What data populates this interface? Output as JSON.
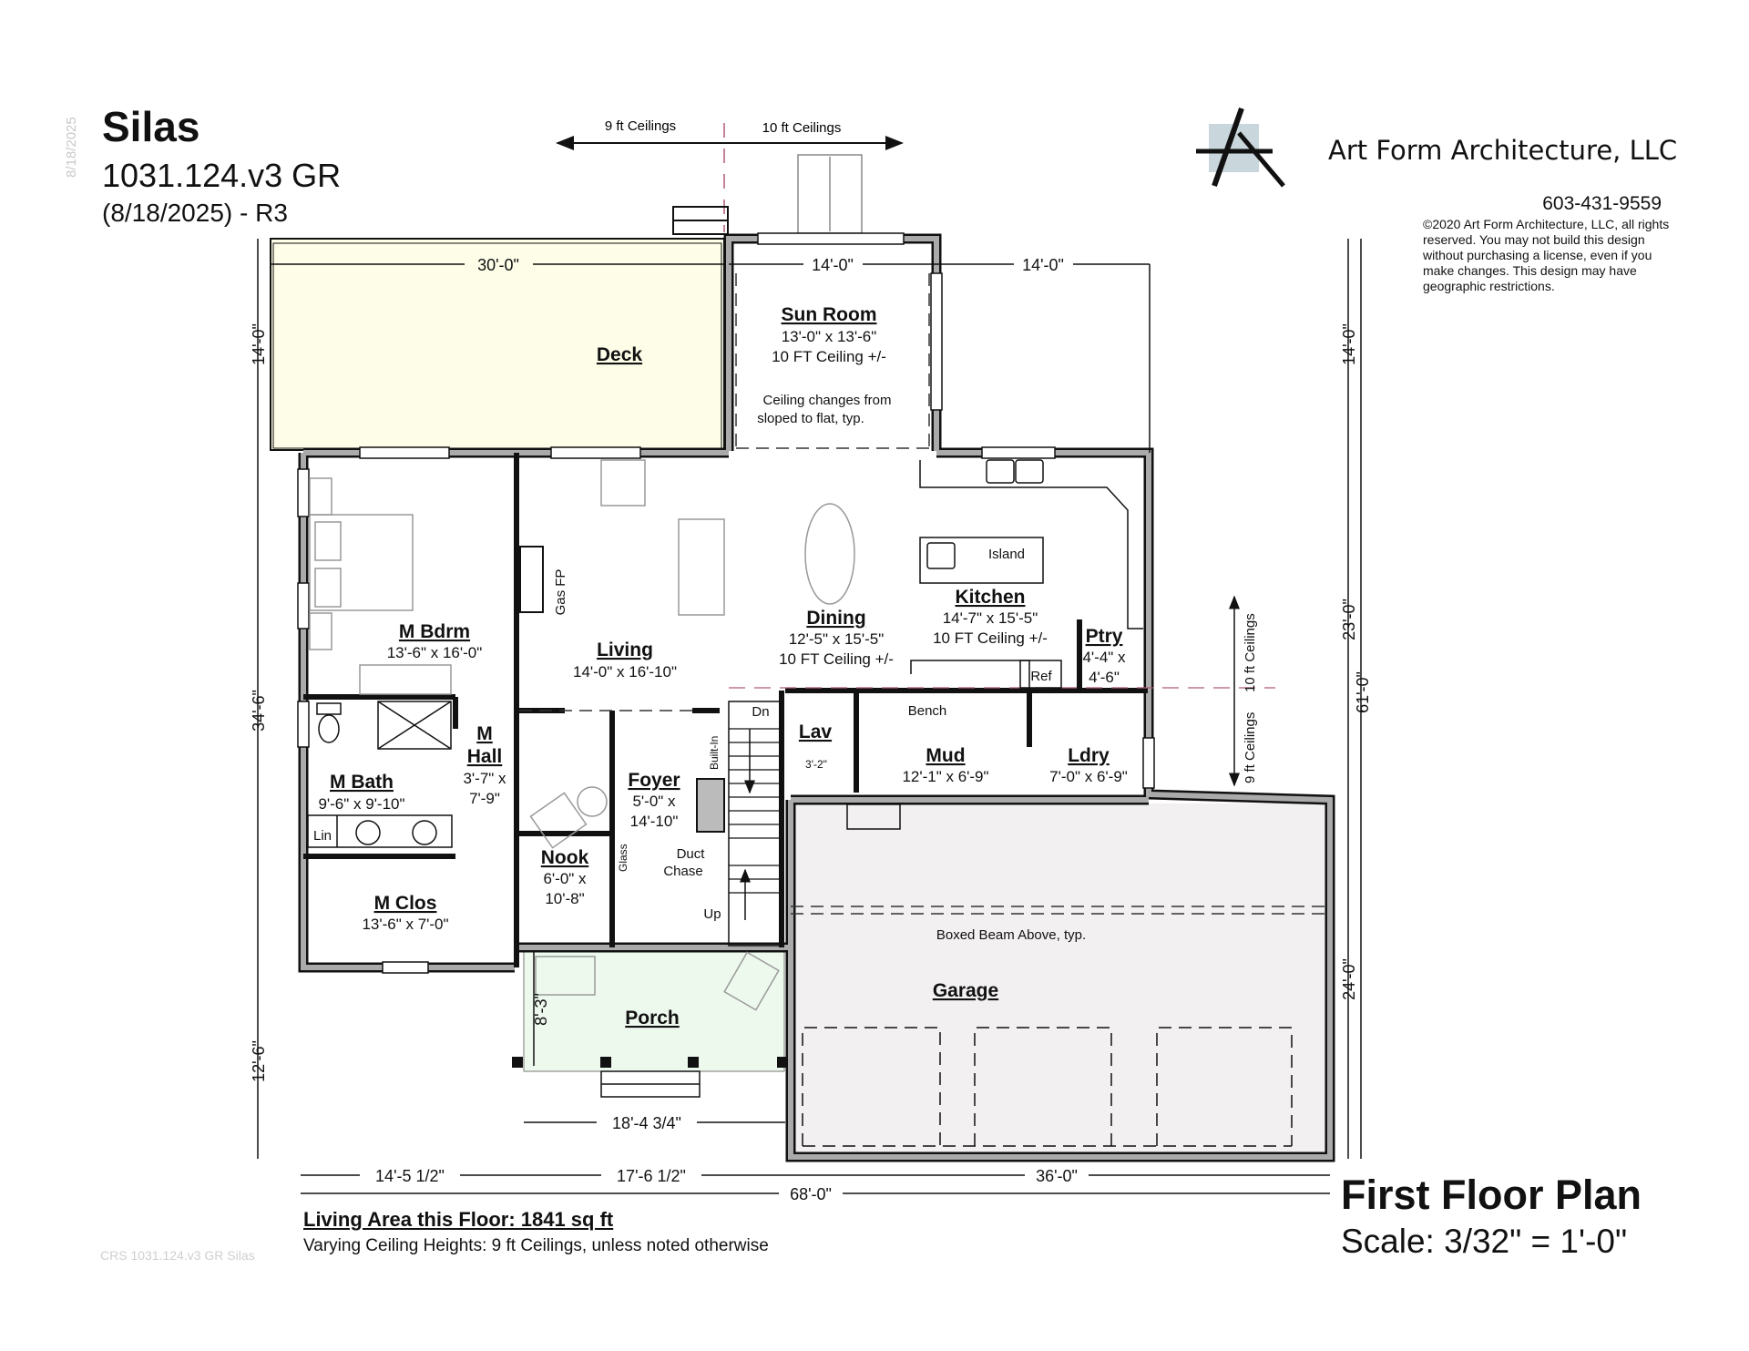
{
  "header": {
    "plan_name": "Silas",
    "plan_number": "1031.124.v3 GR",
    "revision": "(8/18/2025) - R3",
    "vertical_date_stamp": "8/18/2025"
  },
  "company": {
    "name": "Art Form Architecture, LLC",
    "phone": "603-431-9559",
    "copyright": "©2020 Art Form Architecture, LLC, all rights reserved. You may not build this design without purchasing a license, even if you make changes. This design may have geographic restrictions.",
    "logo_icon": "a-frame-logo-icon",
    "logo_square_color": "#c9d6dc"
  },
  "ceiling_markers": {
    "top_left": "9 ft Ceilings",
    "top_right": "10 ft Ceilings",
    "right_upper": "10 ft Ceilings",
    "right_lower": "9 ft Ceilings"
  },
  "rooms": {
    "deck": {
      "name": "Deck",
      "fill": "#fdfde8"
    },
    "sun_room": {
      "name": "Sun Room",
      "size": "13'-0\" x 13'-6\"",
      "ceiling": "10 FT Ceiling +/-",
      "note1": "Ceiling changes from",
      "note2": "sloped to flat, typ."
    },
    "m_bdrm": {
      "name": "M Bdrm",
      "size": "13'-6\" x 16'-0\""
    },
    "living": {
      "name": "Living",
      "size": "14'-0\" x 16'-10\"",
      "fireplace": "Gas FP"
    },
    "dining": {
      "name": "Dining",
      "size": "12'-5\" x 15'-5\"",
      "ceiling": "10 FT Ceiling +/-"
    },
    "kitchen": {
      "name": "Kitchen",
      "size": "14'-7\" x 15'-5\"",
      "ceiling": "10 FT Ceiling +/-",
      "island": "Island",
      "ref": "Ref"
    },
    "ptry": {
      "name": "Ptry",
      "size1": "4'-4\" x",
      "size2": "4'-6\""
    },
    "m_bath": {
      "name": "M Bath",
      "size": "9'-6\" x 9'-10\"",
      "linen": "Lin"
    },
    "m_hall": {
      "name1": "M",
      "name2": "Hall",
      "size1": "3'-7\" x",
      "size2": "7'-9\""
    },
    "m_clos": {
      "name": "M Clos",
      "size": "13'-6\" x 7'-0\""
    },
    "nook": {
      "name": "Nook",
      "size1": "6'-0\" x",
      "size2": "10'-8\""
    },
    "foyer": {
      "name": "Foyer",
      "size1": "5'-0\" x",
      "size2": "14'-10\"",
      "built_in": "Built-In",
      "glass": "Glass",
      "duct1": "Duct",
      "duct2": "Chase"
    },
    "stairs": {
      "down": "Dn",
      "up": "Up"
    },
    "lav": {
      "name": "Lav",
      "width": "3'-2\""
    },
    "mud": {
      "name": "Mud",
      "size": "12'-1\" x 6'-9\"",
      "bench": "Bench"
    },
    "ldry": {
      "name": "Ldry",
      "size": "7'-0\" x 6'-9\""
    },
    "garage": {
      "name": "Garage",
      "beam_note": "Boxed Beam Above, typ.",
      "fill": "#f2f0f1"
    },
    "porch": {
      "name": "Porch",
      "depth": "8'-3\"",
      "width": "18'-4 3/4\"",
      "fill": "#eef9ee"
    }
  },
  "dimensions": {
    "deck_width": "30'-0\"",
    "sun_room_width": "14'-0\"",
    "right_top_width": "14'-0\"",
    "left_deck_depth": "14'-0\"",
    "left_main_depth": "34'-6\"",
    "left_lower_depth": "12'-6\"",
    "right_top_depth": "14'-0\"",
    "right_mid_depth": "23'-0\"",
    "right_total_depth": "61'-0\"",
    "right_garage_depth": "24'-0\"",
    "bottom_left": "14'-5 1/2\"",
    "bottom_mid": "17'-6 1/2\"",
    "bottom_garage": "36'-0\"",
    "bottom_total": "68'-0\""
  },
  "footer": {
    "living_area": "Living Area this Floor: 1841 sq ft",
    "ceiling_note": "Varying Ceiling Heights: 9 ft Ceilings, unless noted otherwise",
    "file_ghost": "CRS 1031.124.v3 GR Silas",
    "plan_title": "First Floor Plan",
    "scale": "Scale: 3/32\" = 1'-0\""
  }
}
